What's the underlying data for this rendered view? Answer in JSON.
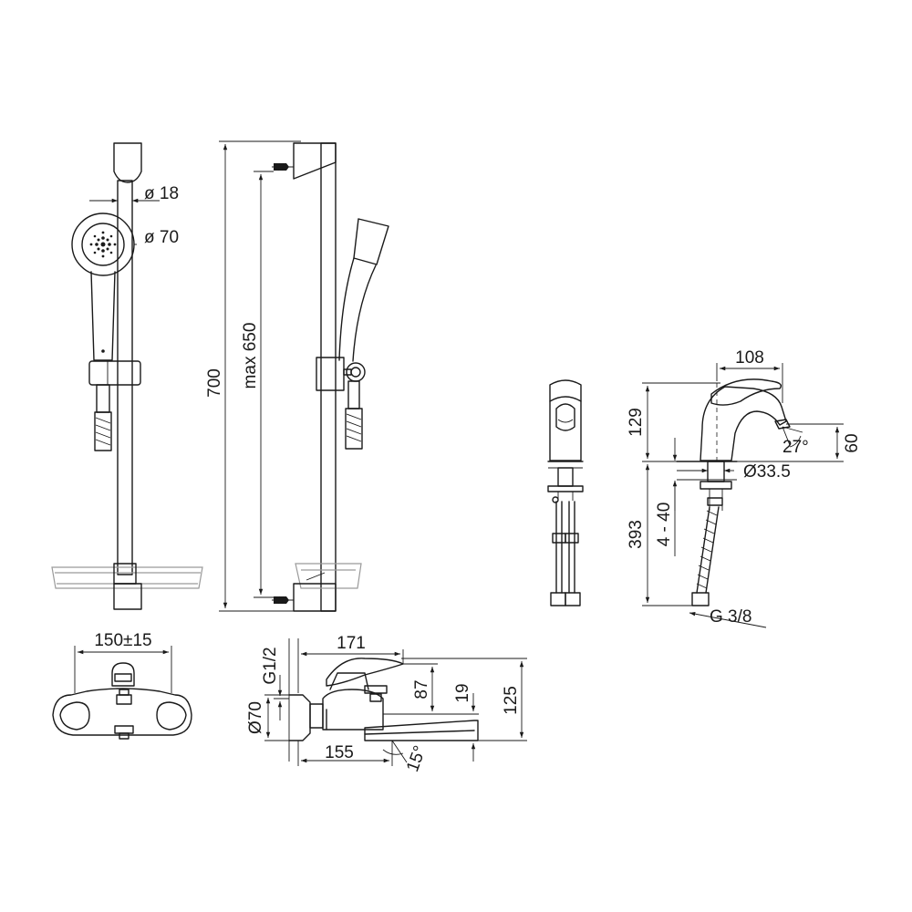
{
  "dimensions": {
    "rail_diameter": "ø 18",
    "head_diameter": "ø 70",
    "rail_length": "700",
    "max_spacing": "max 650",
    "basin_width": "108",
    "basin_height": "129",
    "outlet_angle": "27°",
    "outlet_height": "60",
    "hole_diameter": "Ø33.5",
    "supply_length": "393",
    "deck_thickness": "4 - 40",
    "supply_thread": "G 3/8",
    "bath_centers": "150±15",
    "bath_depth": "171",
    "bath_inlet": "G1/2",
    "bath_rosette": "Ø70",
    "bath_height_87": "87",
    "bath_height_19": "19",
    "bath_height_125": "125",
    "bath_spout_length": "155",
    "bath_spout_angle": "15°"
  }
}
